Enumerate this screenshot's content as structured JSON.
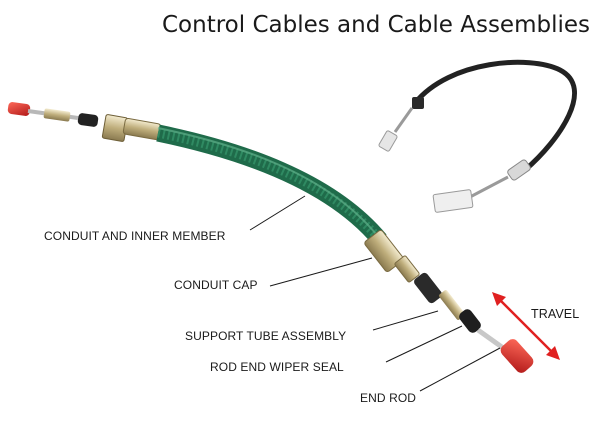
{
  "title": "Control Cables and Cable Assemblies",
  "labels": {
    "conduit_inner_member": "CONDUIT AND INNER MEMBER",
    "conduit_cap": "CONDUIT CAP",
    "support_tube_assembly": "SUPPORT TUBE ASSEMBLY",
    "rod_end_wiper_seal": "ROD END WIPER SEAL",
    "end_rod": "END ROD",
    "travel": "TRAVEL"
  },
  "colors": {
    "conduit": "#1f6b4a",
    "end_caps": "#d42a2a",
    "travel_arrow": "#e02020",
    "metal": "#c9b98a"
  }
}
